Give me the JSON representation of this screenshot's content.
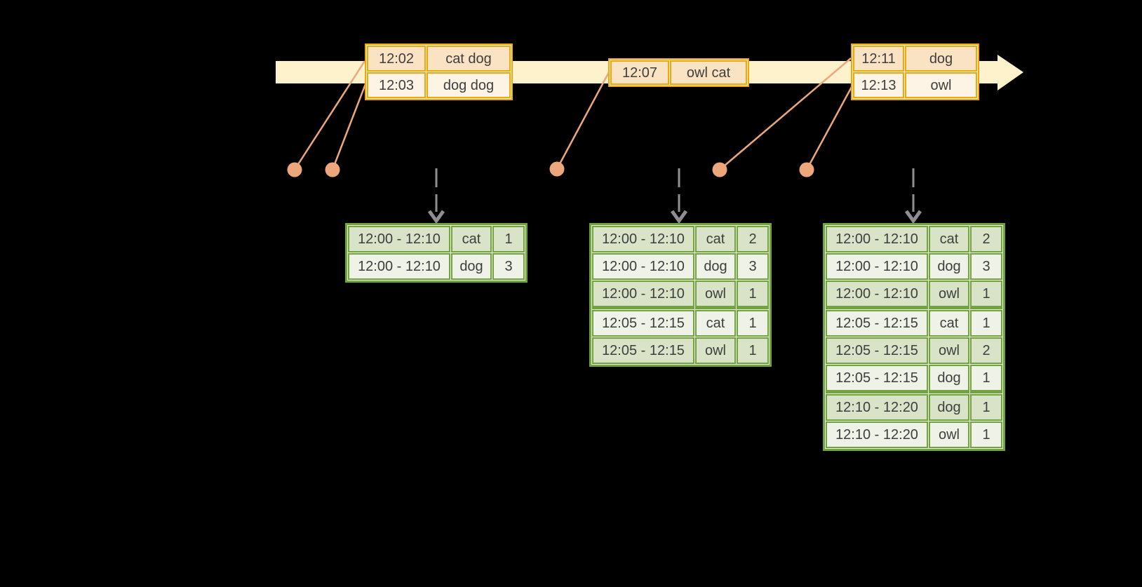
{
  "palette": {
    "background": "#000000",
    "band": "#fdf2cc",
    "gold": "#f0a70c",
    "peach-dark": "#fae3c3",
    "peach-light": "#fdf4e6",
    "salmon": "#eca77c",
    "gray": "#8f8f8f",
    "green": "#72a43e",
    "green-dark": "#d9e3c8",
    "green-light": "#eef2e7",
    "text": "#3e3e3e"
  },
  "event_tables": [
    {
      "rows": [
        {
          "time": "12:02",
          "words": "cat dog"
        },
        {
          "time": "12:03",
          "words": "dog dog"
        }
      ]
    },
    {
      "rows": [
        {
          "time": "12:07",
          "words": "owl cat"
        }
      ]
    },
    {
      "rows": [
        {
          "time": "12:11",
          "words": "dog"
        },
        {
          "time": "12:13",
          "words": "owl"
        }
      ]
    }
  ],
  "result_tables": [
    {
      "rows": [
        {
          "window": "12:00 - 12:10",
          "word": "cat",
          "count": "1"
        },
        {
          "window": "12:00 - 12:10",
          "word": "dog",
          "count": "3"
        }
      ]
    },
    {
      "rows": [
        {
          "window": "12:00 - 12:10",
          "word": "cat",
          "count": "2"
        },
        {
          "window": "12:00 - 12:10",
          "word": "dog",
          "count": "3"
        },
        {
          "window": "12:00 - 12:10",
          "word": "owl",
          "count": "1"
        },
        {
          "window": "12:05 - 12:15",
          "word": "cat",
          "count": "1"
        },
        {
          "window": "12:05 - 12:15",
          "word": "owl",
          "count": "1"
        }
      ]
    },
    {
      "rows": [
        {
          "window": "12:00 - 12:10",
          "word": "cat",
          "count": "2"
        },
        {
          "window": "12:00 - 12:10",
          "word": "dog",
          "count": "3"
        },
        {
          "window": "12:00 - 12:10",
          "word": "owl",
          "count": "1"
        },
        {
          "window": "12:05 - 12:15",
          "word": "cat",
          "count": "1"
        },
        {
          "window": "12:05 - 12:15",
          "word": "owl",
          "count": "2"
        },
        {
          "window": "12:05 - 12:15",
          "word": "dog",
          "count": "1"
        },
        {
          "window": "12:10 - 12:20",
          "word": "dog",
          "count": "1"
        },
        {
          "window": "12:10 - 12:20",
          "word": "owl",
          "count": "1"
        }
      ]
    }
  ]
}
